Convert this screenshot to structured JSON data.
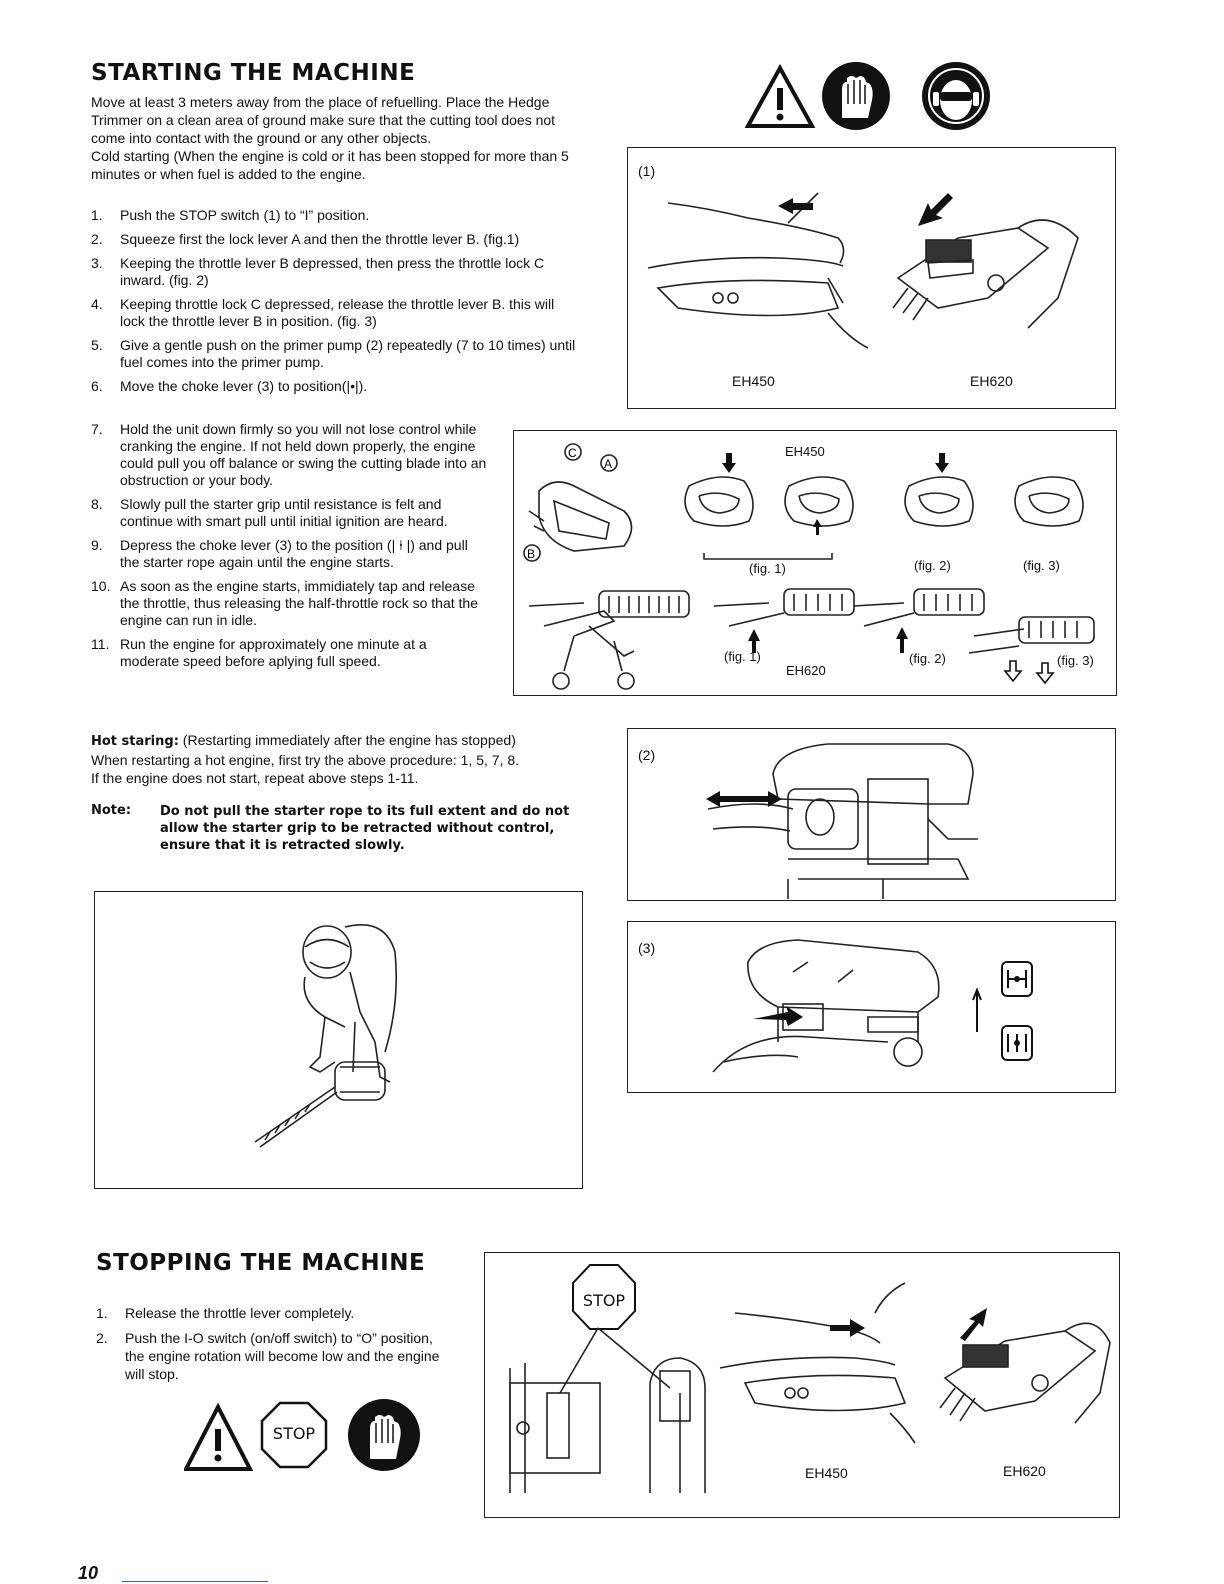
{
  "starting": {
    "title": "STARTING THE MACHINE",
    "intro": "Move at least 3 meters away from the place of refuelling.  Place the Hedge Trimmer on a clean area of ground make sure that the cutting tool does not come into contact with the ground or any other objects.",
    "cold": "Cold starting (When the engine is cold or it has been stopped for more than 5 minutes or when fuel is added to the engine.",
    "steps": [
      {
        "n": "1.",
        "t": "Push the STOP switch (1) to “I” position."
      },
      {
        "n": "2.",
        "t": "Squeeze first the lock lever A and then the throttle lever B. (fig.1)"
      },
      {
        "n": "3.",
        "t": "Keeping the throttle lever B depressed, then press the throttle lock C inward. (fig. 2)"
      },
      {
        "n": "4.",
        "t": "Keeping throttle lock C depressed, release the throttle lever B. this will lock the throttle lever B in position. (fig. 3)"
      },
      {
        "n": "5.",
        "t": "Give a gentle push on the primer pump (2) repeatedly (7 to 10 times) until fuel comes into the primer pump."
      },
      {
        "n": "6.",
        "t": "Move the choke lever (3) to position(|•|)."
      },
      {
        "n": "7.",
        "t": "Hold the unit down firmly so you will not lose control while cranking the engine.  If not held down properly, the engine could pull you off balance or swing the cutting blade into an obstruction or your body."
      },
      {
        "n": "8.",
        "t": "Slowly pull the starter grip until resistance is felt and continue with smart pull until initial ignition are heard."
      },
      {
        "n": "9.",
        "t": "Depress the choke lever (3) to the position (| ⍿ |) and pull the starter rope again until the engine starts."
      },
      {
        "n": "10.",
        "t": "As soon as the engine starts, immidiately tap and release the throttle, thus releasing the half-throttle rock so that the engine can run in idle."
      },
      {
        "n": "11.",
        "t": "Run the engine for approximately one minute at a moderate speed before aplying full speed."
      }
    ],
    "hot_label": "Hot staring:",
    "hot_text1": " (Restarting immediately after the engine has stopped)",
    "hot_text2": "When restarting a hot engine, first try the above procedure: 1, 5, 7, 8.",
    "hot_text3": "If the engine does not start, repeat above steps 1-11.",
    "note_label": "Note:",
    "note_text": "Do not pull the starter rope to its full extent and do not allow the starter grip to be retracted without control, ensure that it is retracted slowly."
  },
  "figures": {
    "fig1_label": "(1)",
    "fig1_left": "EH450",
    "fig1_right": "EH620",
    "fig2_label": "(2)",
    "fig3_label": "(3)",
    "grips_eh450": "EH450",
    "grips_eh620": "EH620",
    "grips_fig1": "(fig. 1)",
    "grips_fig2": "(fig. 2)",
    "grips_fig3": "(fig. 3)",
    "grips_fig1_b": "(fig. 1)",
    "grips_fig2_b": "(fig. 2)",
    "grips_fig3_b": "(fig. 3)",
    "letter_a": "A",
    "letter_b": "B",
    "letter_c": "C"
  },
  "stopping": {
    "title": "STOPPING THE MACHINE",
    "steps": [
      {
        "n": "1.",
        "t": "Release the throttle lever completely."
      },
      {
        "n": "2.",
        "t": "Push the I-O switch (on/off switch) to “O” position, the engine rotation will become low and the engine will stop."
      }
    ],
    "stop_sign": "STOP",
    "fig_left": "EH450",
    "fig_right": "EH620"
  },
  "footer": {
    "page_number": "10"
  }
}
